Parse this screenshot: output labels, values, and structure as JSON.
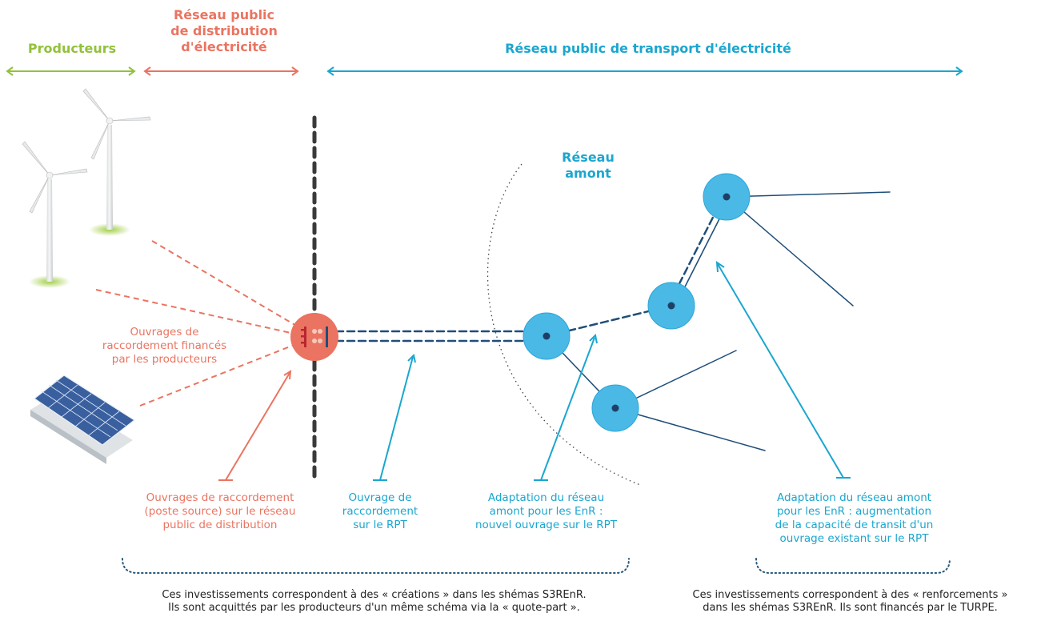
{
  "headers": {
    "producteurs": "Producteurs",
    "distribution": "Réseau public\nde distribution\nd'électricité",
    "transport": "Réseau public de transport d'électricité"
  },
  "reseau_amont": "Réseau\namont",
  "annotations": {
    "raccordement_producteurs": "Ouvrages de\nraccordement financés\npar les producteurs",
    "poste_source": "Ouvrages de raccordement\n(poste source) sur le réseau\npublic de distribution",
    "ouvrage_rpt": "Ouvrage de\nraccordement\nsur le RPT",
    "adaptation_nouvel": "Adaptation du réseau\namont pour les EnR :\nnouvel ouvrage sur le RPT",
    "adaptation_existant": "Adaptation du réseau amont\npour les EnR : augmentation\nde la capacité de transit d'un\nouvrage existant sur le RPT"
  },
  "footnotes": {
    "creations": "Ces investissements correspondent à des « créations » dans les shémas S3REnR.\nIls sont acquittés par les producteurs d'un même schéma via la « quote-part ».",
    "renforcements": "Ces investissements correspondent à des « renforcements »\ndans les shémas S3REnR. Ils sont financés par le TURPE."
  },
  "colors": {
    "producteurs": "#92c13b",
    "distribution": "#ea7461",
    "transport": "#1ba6cf",
    "node_fill": "#4ab9e6",
    "line_dark": "#1f4e7a"
  },
  "icons": [
    "wind-turbine-icon",
    "solar-panel-icon",
    "substation-icon"
  ]
}
